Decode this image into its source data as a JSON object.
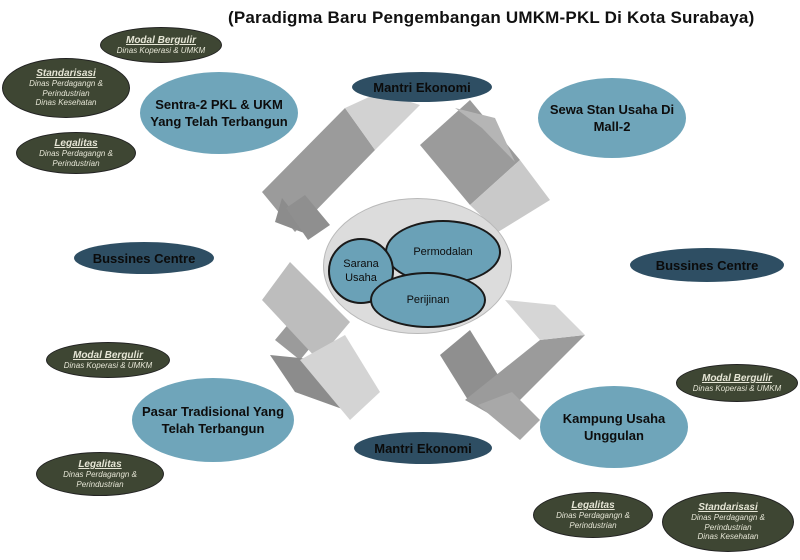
{
  "title": "(Paradigma Baru Pengembangan UMKM-PKL Di Kota Surabaya)",
  "colors": {
    "dark_oval": "#3e4633",
    "light_oval": "#6fa5ba",
    "navy_oval": "#2e4e63",
    "connector": "#9a9a9a",
    "center_bg": "#dcdcdc"
  },
  "center": {
    "sarana_line1": "Sarana",
    "sarana_line2": "Usaha",
    "permodalan": "Permodalan",
    "perijinan": "Perijinan"
  },
  "main_nodes": {
    "top_left_line1": "Sentra-2 PKL & UKM",
    "top_left_line2": "Yang Telah Terbangun",
    "top_right_line1": "Sewa Stan Usaha Di",
    "top_right_line2": "Mall-2",
    "bottom_left_line1": "Pasar Tradisional Yang",
    "bottom_left_line2": "Telah Terbangun",
    "bottom_right_line1": "Kampung Usaha",
    "bottom_right_line2": "Unggulan"
  },
  "navy_nodes": {
    "top": "Mantri Ekonomi",
    "bottom": "Mantri Ekonomi",
    "left": "Bussines Centre",
    "right": "Bussines Centre"
  },
  "side_ovals": {
    "tl_modal": {
      "title": "Modal Bergulir",
      "line1": "Dinas Koperasi & UMKM"
    },
    "tl_standar": {
      "title": "Standarisasi",
      "line1": "Dinas Perdagangn &",
      "line2": "Perindustrian",
      "line3": "Dinas Kesehatan"
    },
    "tl_legal": {
      "title": "Legalitas",
      "line1": "Dinas Perdagangn &",
      "line2": "Perindustrian"
    },
    "bl_modal": {
      "title": "Modal Bergulir",
      "line1": "Dinas Koperasi & UMKM"
    },
    "bl_legal": {
      "title": "Legalitas",
      "line1": "Dinas Perdagangn &",
      "line2": "Perindustrian"
    },
    "br_modal": {
      "title": "Modal Bergulir",
      "line1": "Dinas Koperasi & UMKM"
    },
    "br_legal": {
      "title": "Legalitas",
      "line1": "Dinas Perdagangn &",
      "line2": "Perindustrian"
    },
    "br_standar": {
      "title": "Standarisasi",
      "line1": "Dinas Perdagangn &",
      "line2": "Perindustrian",
      "line3": "Dinas Kesehatan"
    }
  }
}
